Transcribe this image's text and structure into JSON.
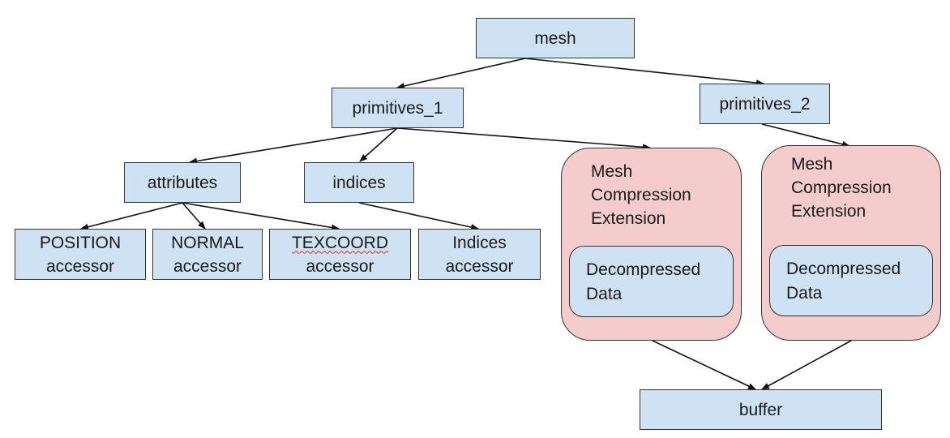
{
  "diagram": {
    "nodes": {
      "mesh": "mesh",
      "primitives_1": "primitives_1",
      "primitives_2": "primitives_2",
      "attributes": "attributes",
      "indices": "indices",
      "position": [
        "POSITION",
        "accessor"
      ],
      "normal": [
        "NORMAL",
        "accessor"
      ],
      "texcoord": [
        "TEXCOORD",
        "accessor"
      ],
      "indices_accessor": [
        "Indices",
        "accessor"
      ],
      "buffer": "buffer"
    },
    "extensions": [
      {
        "title": [
          "Mesh",
          "Compression",
          "Extension"
        ],
        "inner": [
          "Decompressed",
          "Data"
        ]
      },
      {
        "title": [
          "Mesh",
          "Compression",
          "Extension"
        ],
        "inner": [
          "Decompressed",
          "Data"
        ]
      }
    ],
    "edges": [
      [
        "mesh",
        "primitives_1"
      ],
      [
        "mesh",
        "primitives_2"
      ],
      [
        "primitives_1",
        "attributes"
      ],
      [
        "primitives_1",
        "indices"
      ],
      [
        "primitives_1",
        "extension_1"
      ],
      [
        "primitives_2",
        "extension_2"
      ],
      [
        "attributes",
        "position"
      ],
      [
        "attributes",
        "normal"
      ],
      [
        "attributes",
        "texcoord"
      ],
      [
        "indices",
        "indices_accessor"
      ],
      [
        "extension_1",
        "buffer"
      ],
      [
        "extension_2",
        "buffer"
      ]
    ],
    "colors": {
      "node_fill": "#cfe2f3",
      "extension_fill": "#f4cccc",
      "stroke": "#333333"
    }
  }
}
